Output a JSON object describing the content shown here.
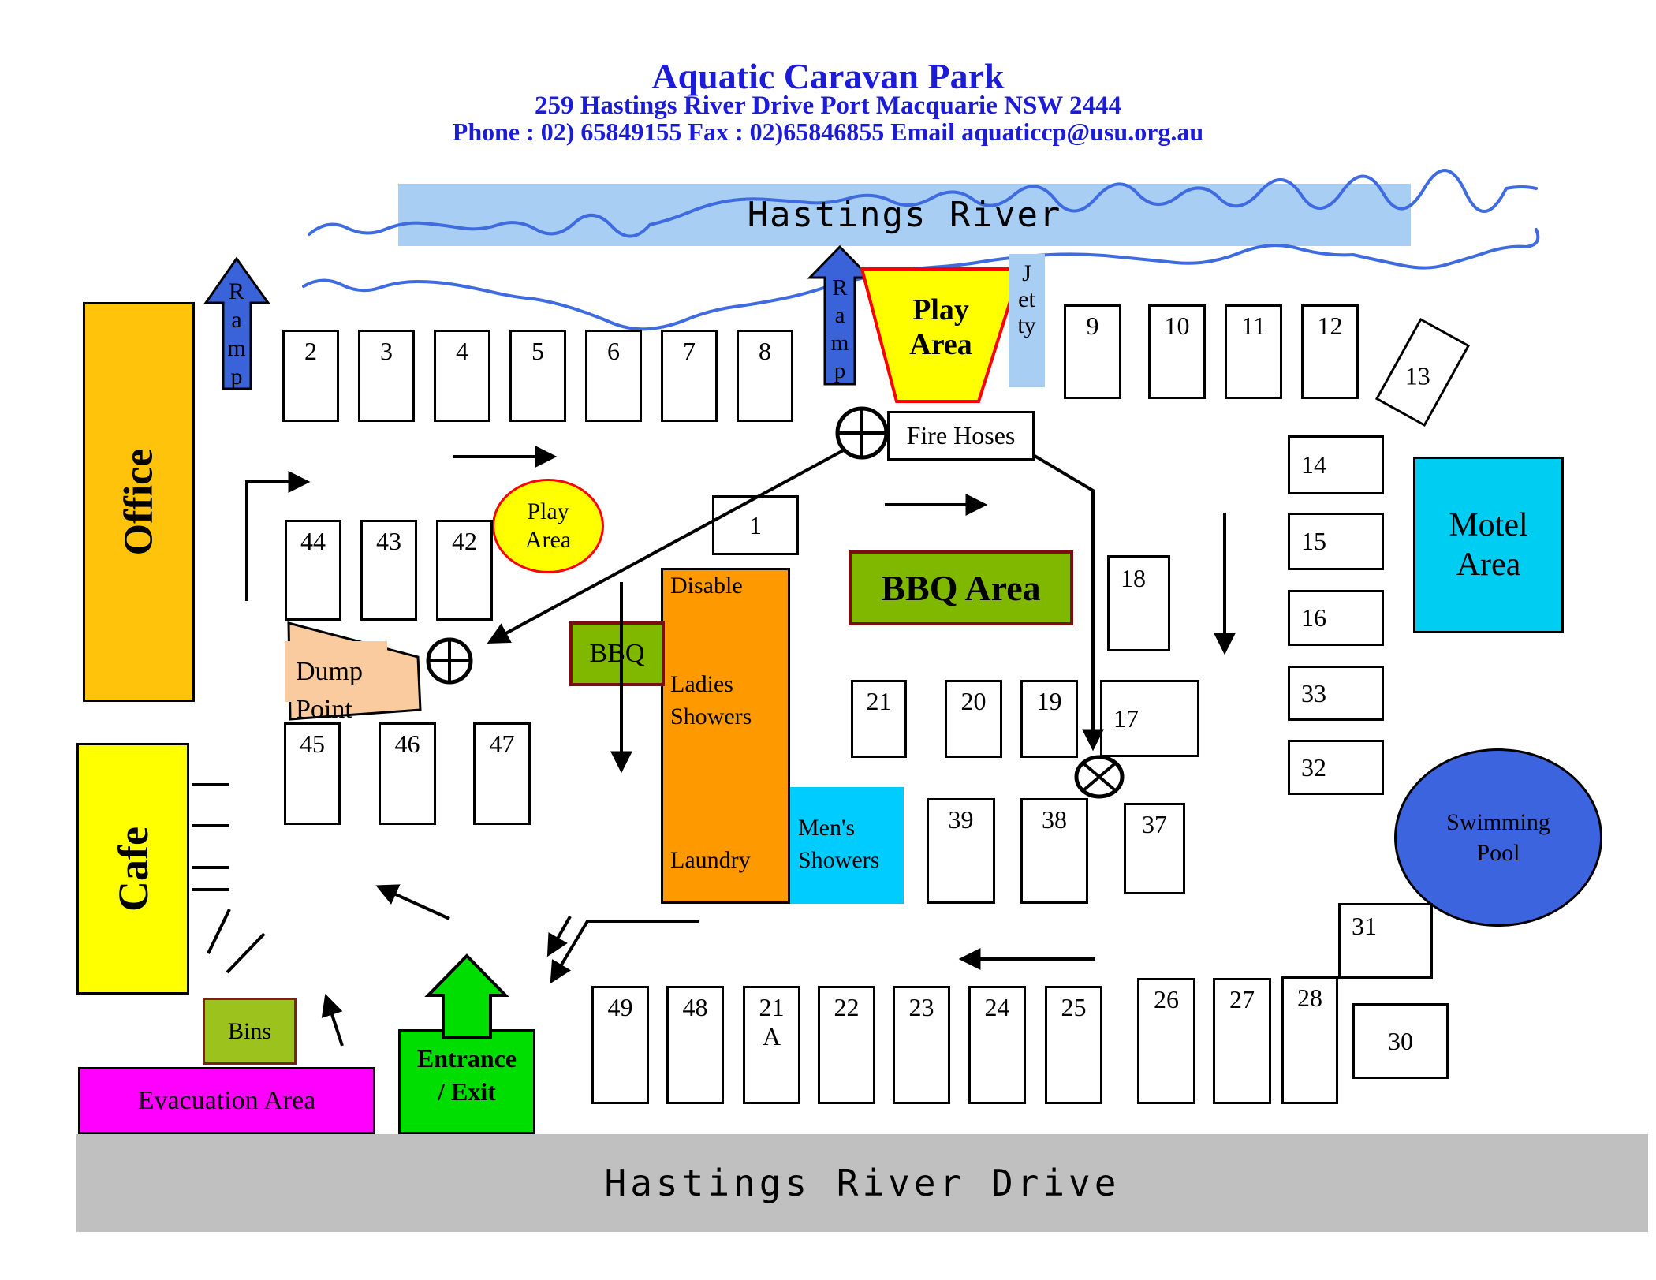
{
  "header": {
    "title": "Aquatic Caravan Park",
    "address": "259 Hastings River Drive Port Macquarie NSW 2444",
    "contact": "Phone : 02) 65849155 Fax : 02)65846855 Email aquaticcp@usu.org.au"
  },
  "river": {
    "label": "Hastings River"
  },
  "road": {
    "label": "Hastings River Drive"
  },
  "labels": {
    "office": "Office",
    "cafe": "Cafe",
    "ramp_top": "Ramp",
    "ramp_mid": "Ramp",
    "jetty": "Jetty",
    "play_area_river": "Play Area",
    "play_area_central": "Play Area",
    "fire_hoses": "Fire Hoses",
    "bbq_area": "BBQ Area",
    "bbq": "BBQ",
    "dump_point": "Dump Point",
    "disable": "Disable",
    "ladies_showers": "Ladies Showers",
    "laundry": "Laundry",
    "mens_showers": "Men's Showers",
    "motel": "Motel Area",
    "pool": "Swimming Pool",
    "bins": "Bins",
    "entrance": "Entrance / Exit",
    "evacuation": "Evacuation Area"
  },
  "sites": {
    "s1": "1",
    "s2": "2",
    "s3": "3",
    "s4": "4",
    "s5": "5",
    "s6": "6",
    "s7": "7",
    "s8": "8",
    "s9": "9",
    "s10": "10",
    "s11": "11",
    "s12": "12",
    "s13": "13",
    "s14": "14",
    "s15": "15",
    "s16": "16",
    "s17": "17",
    "s18": "18",
    "s19": "19",
    "s20": "20",
    "s21": "21",
    "s21a": "21\nA",
    "s22": "22",
    "s23": "23",
    "s24": "24",
    "s25": "25",
    "s26": "26",
    "s27": "27",
    "s28": "28",
    "s30": "30",
    "s31": "31",
    "s32": "32",
    "s33": "33",
    "s37": "37",
    "s38": "38",
    "s39": "39",
    "s42": "42",
    "s43": "43",
    "s44": "44",
    "s45": "45",
    "s46": "46",
    "s47": "47",
    "s48": "48",
    "s49": "49"
  },
  "colors": {
    "header_text": "#1b1bd8",
    "river_banner": "#a8cef4",
    "wave_line": "#3f6be0",
    "ramp_blue": "#3a62d9",
    "office_gold": "#ffc30b",
    "yellow": "#ffff00",
    "play_border_red": "#ff0000",
    "amenities_orange": "#ff9900",
    "mens_cyan": "#00ccff",
    "motel_cyan": "#00cdf2",
    "bbq_green": "#80b800",
    "bbq_border": "#7b0f0f",
    "bins_olive": "#9cc21e",
    "entrance_green": "#00dd00",
    "evacuation_magenta": "#ff00ff",
    "dump_tan": "#f9cb9e",
    "pool_blue": "#3c64df",
    "road_gray": "#c0c0c0"
  }
}
